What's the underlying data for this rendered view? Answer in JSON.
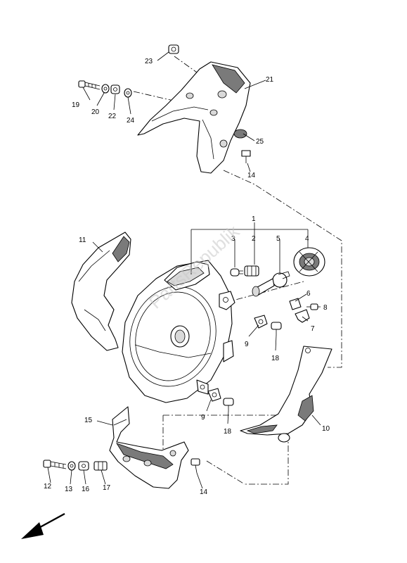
{
  "callouts": {
    "c1": "1",
    "c2": "2",
    "c3": "3",
    "c4": "4",
    "c5": "5",
    "c6": "6",
    "c7": "7",
    "c8": "8",
    "c9a": "9",
    "c9b": "9",
    "c10": "10",
    "c11": "11",
    "c12": "12",
    "c13": "13",
    "c14a": "14",
    "c14b": "14",
    "c15": "15",
    "c16": "16",
    "c17": "17",
    "c18a": "18",
    "c18b": "18",
    "c19": "19",
    "c20": "20",
    "c21": "21",
    "c22": "22",
    "c23": "23",
    "c24": "24",
    "c25": "25"
  },
  "watermark": "PartsRepublik",
  "icons": {
    "direction": "front-direction-arrow-icon"
  }
}
